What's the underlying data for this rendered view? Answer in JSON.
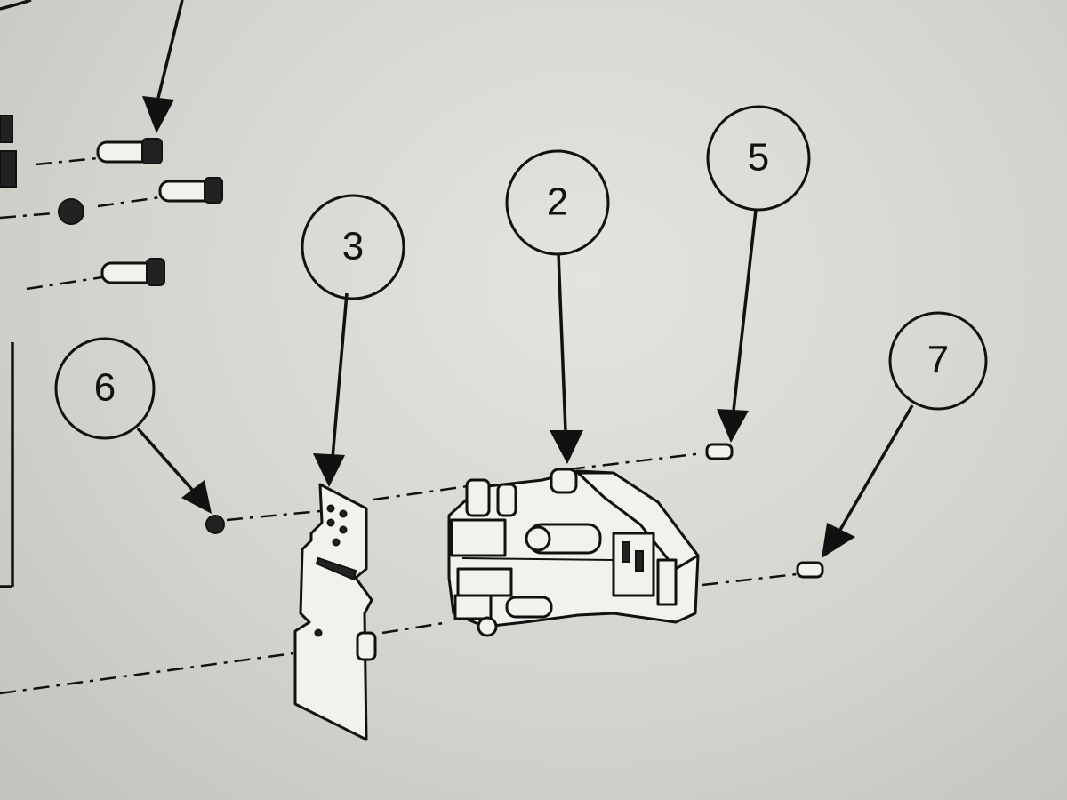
{
  "callouts": [
    {
      "id": "callout-2",
      "label": "2"
    },
    {
      "id": "callout-3",
      "label": "3"
    },
    {
      "id": "callout-5",
      "label": "5"
    },
    {
      "id": "callout-6",
      "label": "6"
    },
    {
      "id": "callout-7",
      "label": "7"
    }
  ],
  "colors": {
    "background": "#d7d5cf",
    "ink": "#111111",
    "part_fill": "#f2f1ec"
  }
}
